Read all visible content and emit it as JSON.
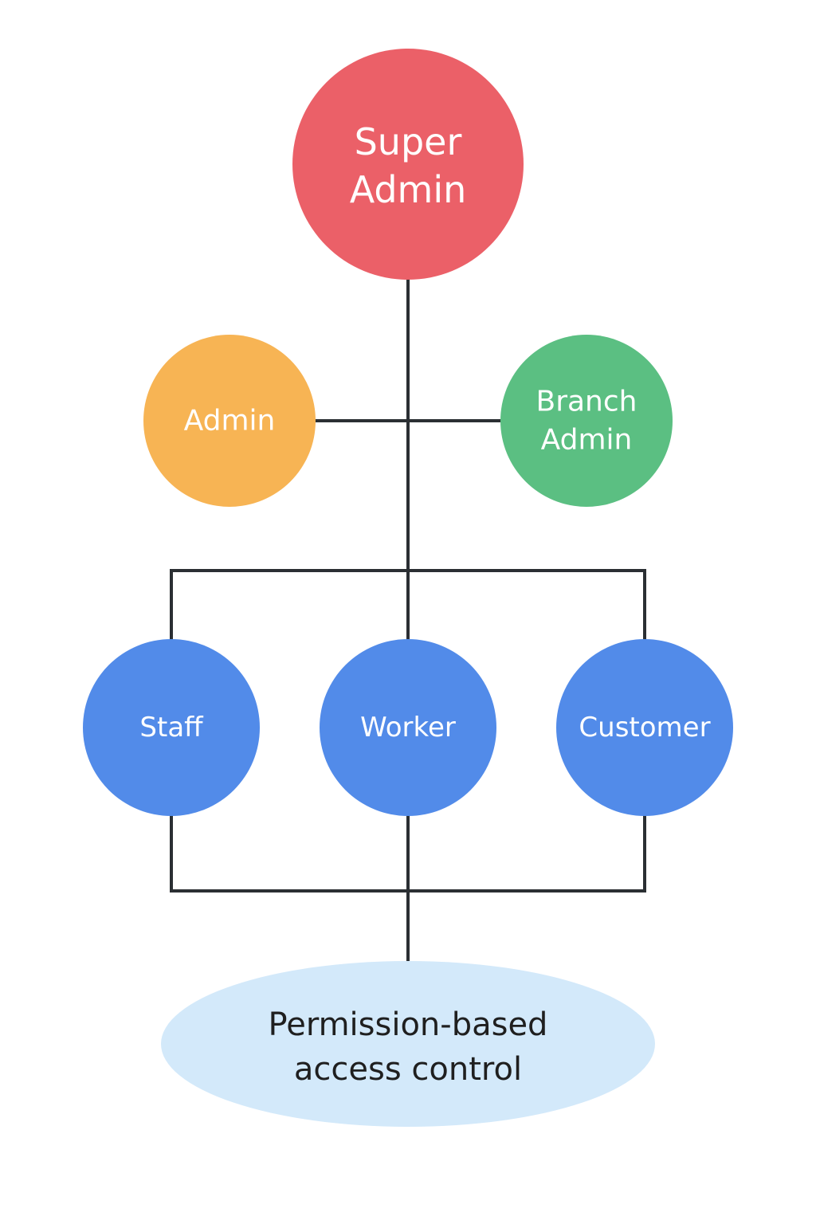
{
  "colors": {
    "super_admin": "#EB6068",
    "admin": "#F7B454",
    "branch_admin": "#5BBF82",
    "user_role": "#528BE9",
    "access_control": "#D3E9FA",
    "connector": "#2B2F33",
    "node_text": "#FFFFFF",
    "access_text": "#1F1F1F"
  },
  "super_admin": {
    "line1": "Super",
    "line2": "Admin"
  },
  "admin": {
    "label": "Admin"
  },
  "branch_admin": {
    "line1": "Branch",
    "line2": "Admin"
  },
  "roles": {
    "staff": "Staff",
    "worker": "Worker",
    "customer": "Customer"
  },
  "access_control": {
    "line1": "Permission-based",
    "line2": "access control"
  }
}
